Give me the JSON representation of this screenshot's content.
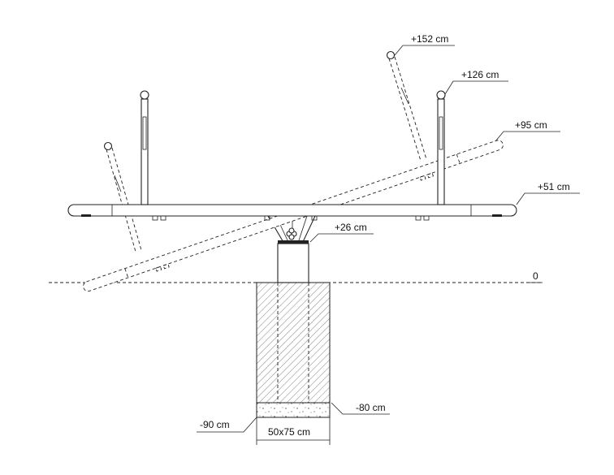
{
  "levels": {
    "top_handle_tilted": "+152 cm",
    "top_handle_level": "+126 cm",
    "raised_beam_end": "+95 cm",
    "level_beam": "+51 cm",
    "pivot": "+26 cm",
    "ground": "0",
    "footing_top": "-80 cm",
    "footing_bottom": "-90 cm"
  },
  "footing_size": "50x75 cm"
}
